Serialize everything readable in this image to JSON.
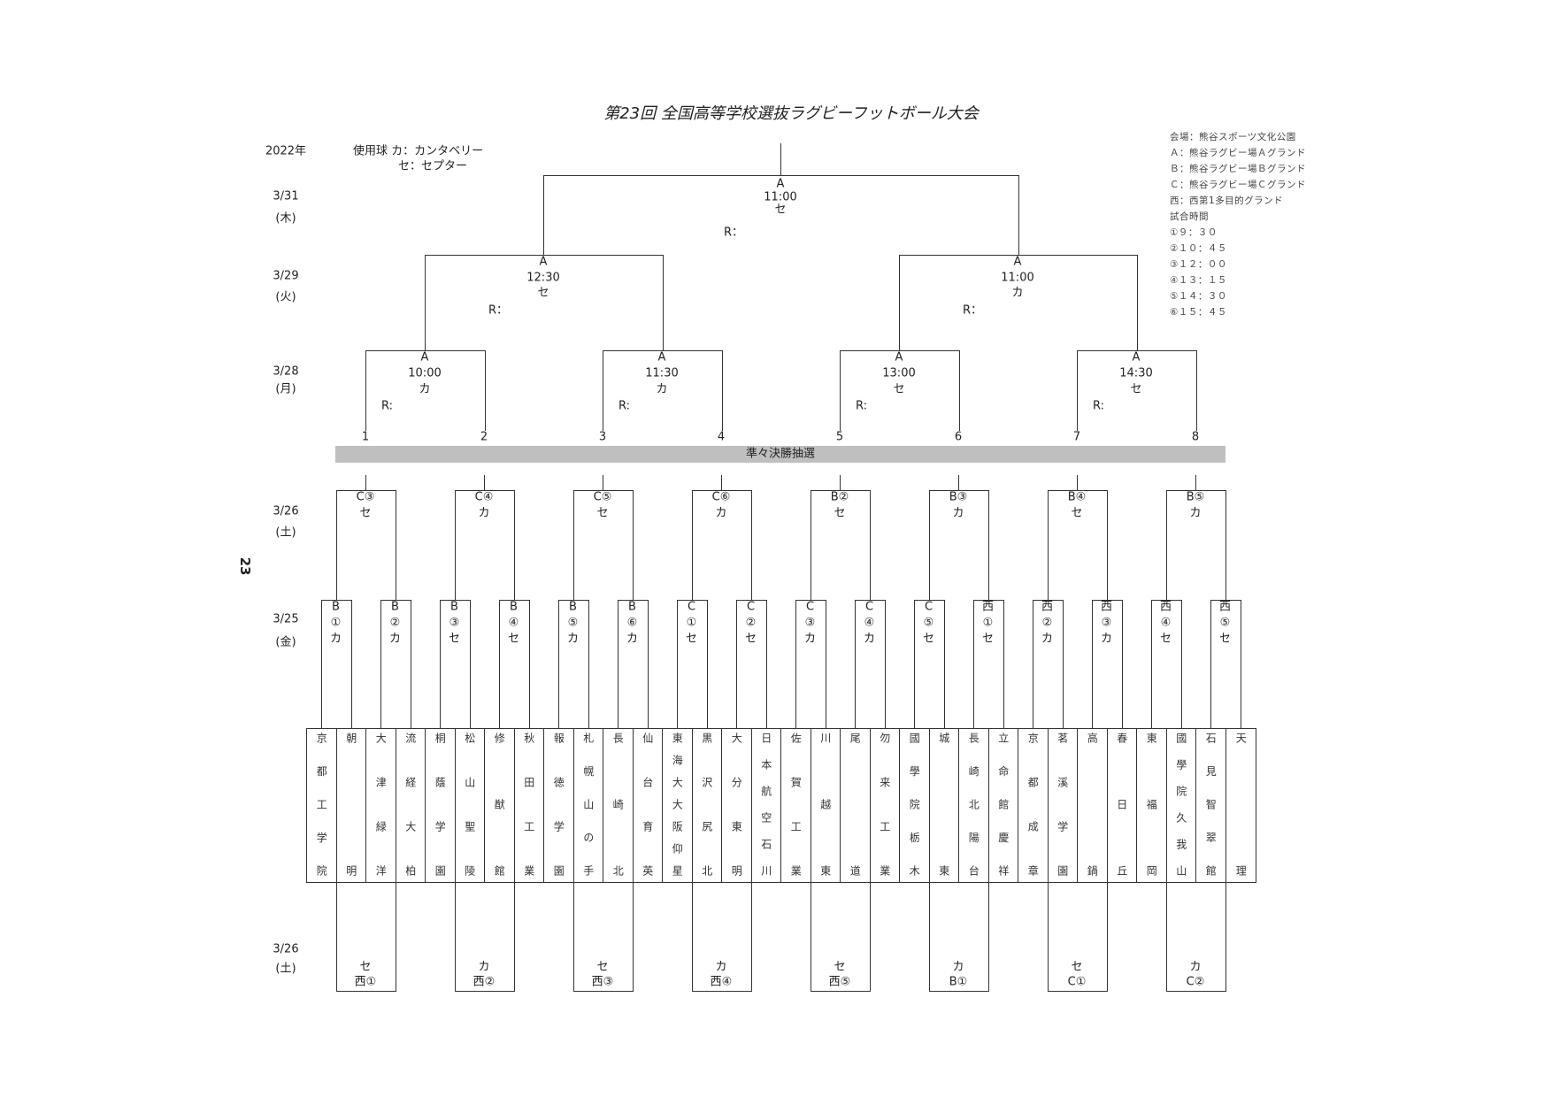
{
  "title": "第23回  全国高等学校選抜ラグビーフットボール大会",
  "year": "2022年",
  "ball_legend": {
    "line1": "使用球 カ：カンタベリー",
    "line2": "セ：セプター"
  },
  "page_number": "23",
  "legend": [
    "会場：熊谷スポーツ文化公園",
    "Ａ：熊谷ラグビー場Ａグランド",
    "Ｂ：熊谷ラグビー場Ｂグランド",
    "Ｃ：熊谷ラグビー場Ｃグランド",
    "西：西第1多目的グランド",
    "試合時間",
    "①９：３０",
    "②１０：４５",
    "③１２：００",
    "④１３：１５",
    "⑤１４：３０",
    "⑥１５：４５"
  ],
  "dates": [
    {
      "date": "3/31",
      "day": "(木)"
    },
    {
      "date": "3/29",
      "day": "(火)"
    },
    {
      "date": "3/28",
      "day": "(月)"
    },
    {
      "date": "3/26",
      "day": "(土)"
    },
    {
      "date": "3/25",
      "day": "(金)"
    },
    {
      "date": "3/26",
      "day": "(土)"
    }
  ],
  "draw_label": "準々決勝抽選",
  "final": {
    "venue": "A",
    "time": "11:00",
    "ball": "セ",
    "referee": "R："
  },
  "semifinals": [
    {
      "venue": "A",
      "time": "12:30",
      "ball": "セ",
      "referee": "R："
    },
    {
      "venue": "A",
      "time": "11:00",
      "ball": "カ",
      "referee": "R："
    }
  ],
  "quarterfinals": [
    {
      "venue": "A",
      "time": "10:00",
      "ball": "カ",
      "referee": "R:"
    },
    {
      "venue": "A",
      "time": "11:30",
      "ball": "カ",
      "referee": "R:"
    },
    {
      "venue": "A",
      "time": "13:00",
      "ball": "セ",
      "referee": "R:"
    },
    {
      "venue": "A",
      "time": "14:30",
      "ball": "セ",
      "referee": "R:"
    }
  ],
  "slots": [
    "1",
    "2",
    "3",
    "4",
    "5",
    "6",
    "7",
    "8"
  ],
  "round16": [
    {
      "venue": "C③",
      "ball": "セ"
    },
    {
      "venue": "C④",
      "ball": "カ"
    },
    {
      "venue": "C⑤",
      "ball": "セ"
    },
    {
      "venue": "C⑥",
      "ball": "カ"
    },
    {
      "venue": "B②",
      "ball": "セ"
    },
    {
      "venue": "B③",
      "ball": "カ"
    },
    {
      "venue": "B④",
      "ball": "セ"
    },
    {
      "venue": "B⑤",
      "ball": "カ"
    }
  ],
  "round32": [
    {
      "venue": "B",
      "num": "①",
      "ball": "カ"
    },
    {
      "venue": "B",
      "num": "②",
      "ball": "カ"
    },
    {
      "venue": "B",
      "num": "③",
      "ball": "セ"
    },
    {
      "venue": "B",
      "num": "④",
      "ball": "セ"
    },
    {
      "venue": "B",
      "num": "⑤",
      "ball": "カ"
    },
    {
      "venue": "B",
      "num": "⑥",
      "ball": "カ"
    },
    {
      "venue": "C",
      "num": "①",
      "ball": "セ"
    },
    {
      "venue": "C",
      "num": "②",
      "ball": "セ"
    },
    {
      "venue": "C",
      "num": "③",
      "ball": "カ"
    },
    {
      "venue": "C",
      "num": "④",
      "ball": "カ"
    },
    {
      "venue": "C",
      "num": "⑤",
      "ball": "セ"
    },
    {
      "venue": "西",
      "num": "①",
      "ball": "セ"
    },
    {
      "venue": "西",
      "num": "②",
      "ball": "カ"
    },
    {
      "venue": "西",
      "num": "③",
      "ball": "カ"
    },
    {
      "venue": "西",
      "num": "④",
      "ball": "セ"
    },
    {
      "venue": "西",
      "num": "⑤",
      "ball": "セ"
    }
  ],
  "schools": [
    "京都工学院",
    "朝明",
    "大津緑洋",
    "流経大柏",
    "桐蔭学園",
    "松山聖陵",
    "修猷館",
    "秋田工業",
    "報徳学園",
    "札幌山の手",
    "長崎北",
    "仙台育英",
    "東海大大阪仰星",
    "黒沢尻北",
    "大分東明",
    "日本航空石川",
    "佐賀工業",
    "川越東",
    "尾道",
    "勿来工業",
    "國學院栃木",
    "城東",
    "長崎北陽台",
    "立命館慶祥",
    "京都成章",
    "茗溪学園",
    "高鍋",
    "春日丘",
    "東福岡",
    "國學院久我山",
    "石見智翠館",
    "天理"
  ],
  "consolation": [
    {
      "ball": "セ",
      "venue": "西①"
    },
    {
      "ball": "カ",
      "venue": "西②"
    },
    {
      "ball": "セ",
      "venue": "西③"
    },
    {
      "ball": "カ",
      "venue": "西④"
    },
    {
      "ball": "セ",
      "venue": "西⑤"
    },
    {
      "ball": "カ",
      "venue": "B①"
    },
    {
      "ball": "セ",
      "venue": "C①"
    },
    {
      "ball": "カ",
      "venue": "C②"
    }
  ]
}
